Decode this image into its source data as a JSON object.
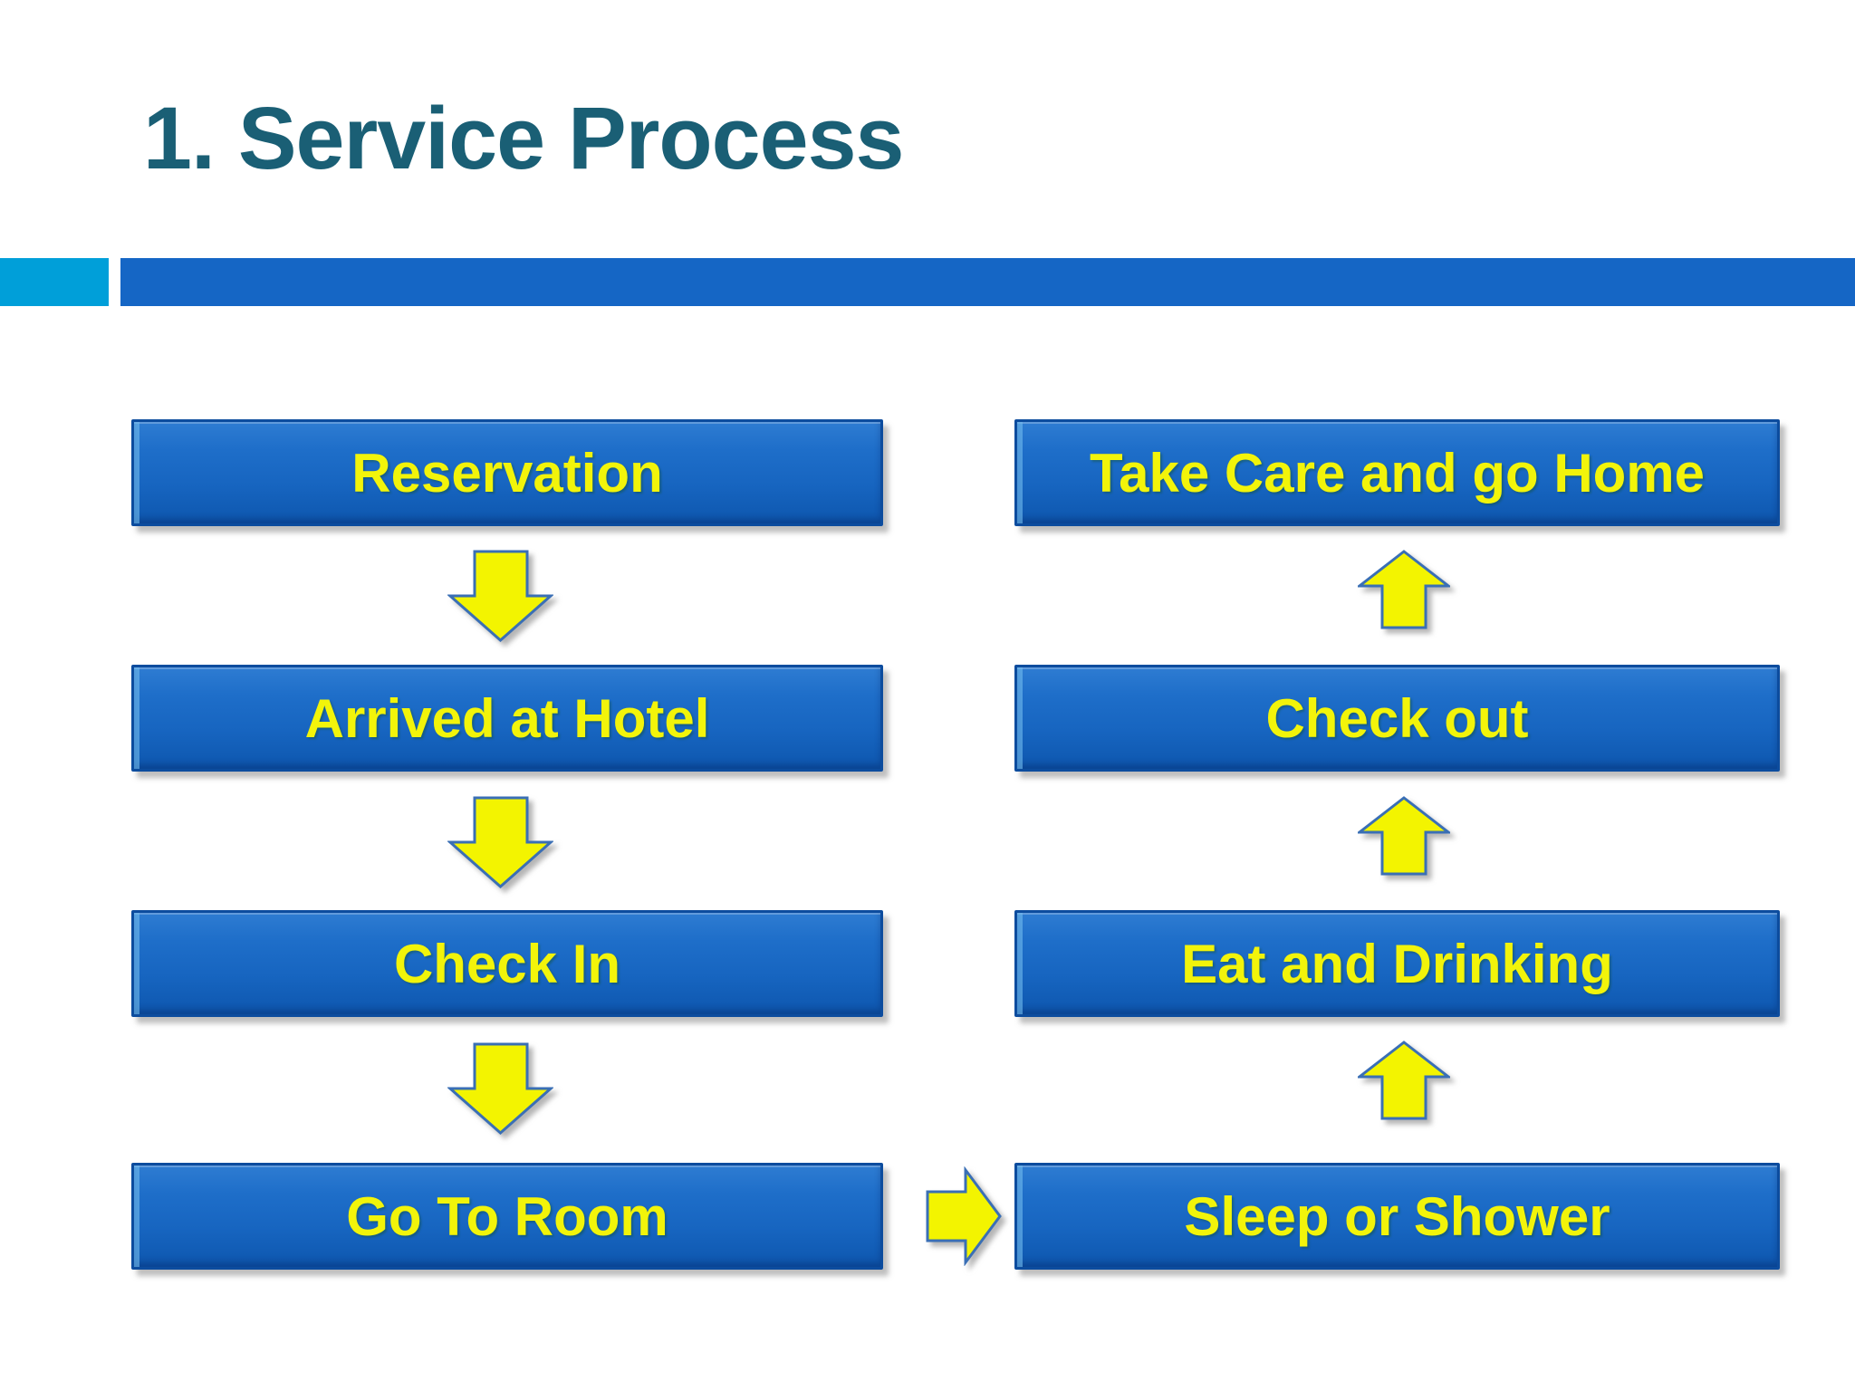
{
  "slide": {
    "title": "1. Service Process"
  },
  "colors": {
    "title_text": "#1A5F75",
    "accent_cyan": "#009FD9",
    "accent_blue": "#1566C5",
    "box_blue_top": "#2E7CD2",
    "box_blue_bottom": "#0E55AB",
    "box_border": "#0C4C9E",
    "label_yellow": "#F2F40A",
    "arrow_fill": "#F3F400",
    "arrow_stroke": "#3A6FB5"
  },
  "flow": {
    "left": [
      {
        "label": "Reservation"
      },
      {
        "label": "Arrived at Hotel"
      },
      {
        "label": "Check In"
      },
      {
        "label": "Go To Room"
      }
    ],
    "right": [
      {
        "label": "Take Care and go Home"
      },
      {
        "label": "Check out"
      },
      {
        "label": "Eat and Drinking"
      },
      {
        "label": "Sleep or Shower"
      }
    ]
  }
}
